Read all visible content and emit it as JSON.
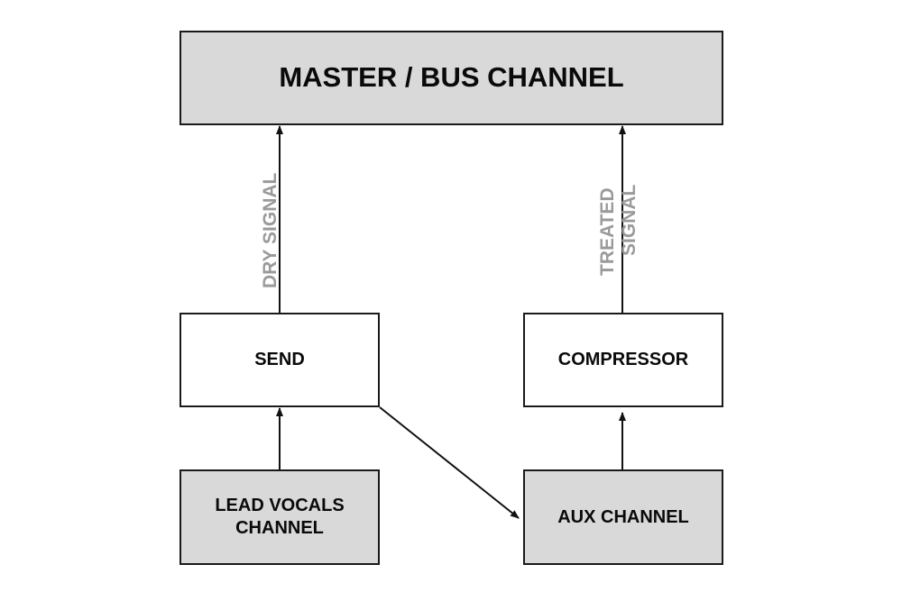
{
  "diagram": {
    "nodes": {
      "master": {
        "label": "MASTER / BUS CHANNEL"
      },
      "send": {
        "label": "SEND"
      },
      "compressor": {
        "label": "COMPRESSOR"
      },
      "lead_vocals": {
        "label_line1": "LEAD VOCALS",
        "label_line2": "CHANNEL"
      },
      "aux": {
        "label": "AUX CHANNEL"
      }
    },
    "edges": [
      {
        "from": "lead_vocals",
        "to": "send",
        "label": ""
      },
      {
        "from": "send",
        "to": "master",
        "label": "DRY SIGNAL"
      },
      {
        "from": "send",
        "to": "aux",
        "label": ""
      },
      {
        "from": "aux",
        "to": "compressor",
        "label": ""
      },
      {
        "from": "compressor",
        "to": "master",
        "label_line1": "TREATED",
        "label_line2": "SIGNAL"
      }
    ],
    "colors": {
      "gray_fill": "#d9d9d9",
      "stroke": "#1a1a1a",
      "edge_label": "#9a9a9a"
    }
  }
}
